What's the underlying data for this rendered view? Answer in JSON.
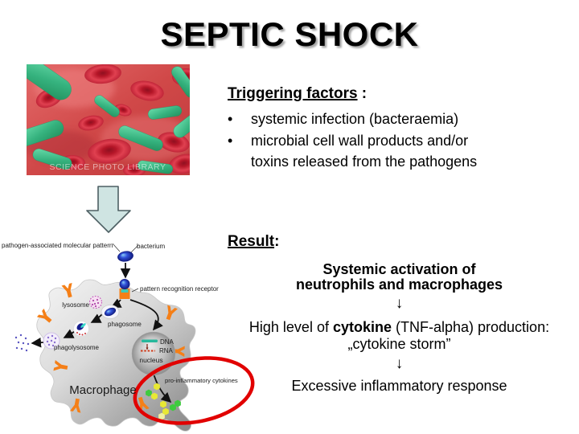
{
  "slide": {
    "title": "SEPTIC SHOCK",
    "background": "#ffffff"
  },
  "photo": {
    "watermark": "SCIENCE PHOTO LIBRARY"
  },
  "triggering": {
    "heading": "Triggering factors",
    "colon": " :",
    "bullet_char": "•",
    "bullet1": "systemic infection (bacteraemia)",
    "bullet2_line1": "microbial cell wall products and/or",
    "bullet2_line2": "toxins released from the pathogens"
  },
  "result": {
    "heading": "Result",
    "colon": ":",
    "bold_line1": "Systemic activation of",
    "bold_line2": "neutrophils and macrophages",
    "arrow1": "↓",
    "line2_pre": "High level of ",
    "line2_bold": "cytokine",
    "line2_post": " (TNF-alpha) production:",
    "line2b": "„cytokine storm”",
    "arrow2": "↓",
    "line3": "Excessive inflammatory response"
  },
  "diagram": {
    "labels": {
      "pamp": "pathogen-associated molecular pattern",
      "bacterium": "bacterium",
      "prr": "pattern recognition receptor",
      "lysosome": "lysosome",
      "phagosome": "phagosome",
      "phagolysosome": "phagolysosome",
      "dna": "DNA",
      "rna": "RNA",
      "nucleus": "nucleus",
      "macrophage": "Macrophage",
      "cytokines": "pro-inflammatory cytokines"
    },
    "colors": {
      "receptor_orange": "#f57f17",
      "emphasis_ellipse_red": "#e10000",
      "cytokine_green": "#3ecb3e",
      "cytokine_yellow": "#e8e834",
      "bacterium_blue": "#2f4fd6"
    }
  },
  "shapes": {
    "down_arrow_fill": "#cfe4e2",
    "down_arrow_stroke": "#4d5f63"
  }
}
